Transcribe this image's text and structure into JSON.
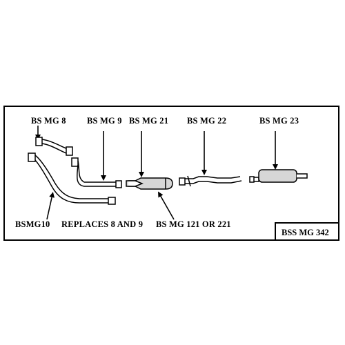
{
  "diagram": {
    "part_labels": {
      "bsmg8": "BS MG 8",
      "bsmg9": "BS MG 9",
      "bsmg21": "BS MG 21",
      "bsmg22": "BS MG 22",
      "bsmg23": "BS MG 23",
      "bsmg10": "BSMG10",
      "replaces": "REPLACES 8 AND 9",
      "bsmg121": "BS MG  121 OR 221"
    },
    "system_code": "BSS MG 342"
  }
}
